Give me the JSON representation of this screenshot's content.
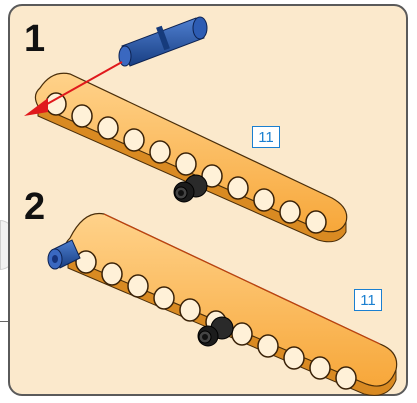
{
  "steps": [
    {
      "number": "1",
      "part_count": "11"
    },
    {
      "number": "2",
      "part_count": "11"
    }
  ],
  "colors": {
    "panel_bg": "#fbe9cc",
    "beam": "#f7a73a",
    "pin_blue": "#1e4fa0",
    "pin_black": "#1c1c1c",
    "arrow": "#e0191c",
    "count_label": "#1a7fd0"
  },
  "icons": [
    "technic-beam-11",
    "blue-axle-pin",
    "black-friction-pin",
    "insert-arrow"
  ]
}
